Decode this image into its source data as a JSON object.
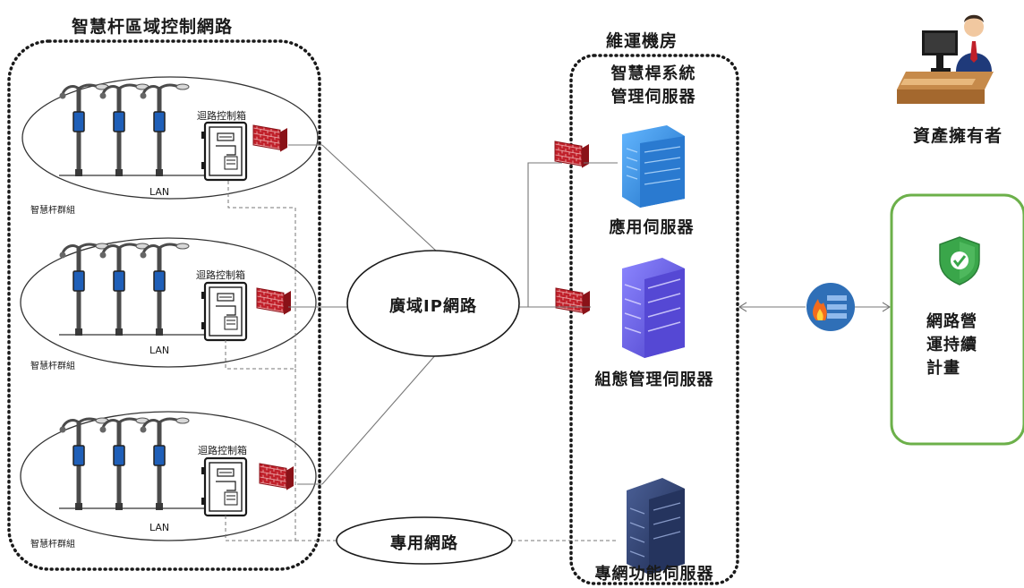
{
  "regions": {
    "pole_area_title": "智慧杆區域控制網路",
    "machine_room_title": "維運機房"
  },
  "clusters": [
    {
      "control_box": "迴路控制箱",
      "lan": "LAN",
      "group": "智慧杆群組"
    },
    {
      "control_box": "迴路控制箱",
      "lan": "LAN",
      "group": "智慧杆群組"
    },
    {
      "control_box": "迴路控制箱",
      "lan": "LAN",
      "group": "智慧杆群組"
    }
  ],
  "networks": {
    "wan": "廣域IP網路",
    "private": "專用網路"
  },
  "servers": {
    "system_mgmt": "智慧桿系統\n管理伺服器",
    "application": "應用伺服器",
    "config_mgmt": "組態管理伺服器",
    "private_func": "專網功能伺服器"
  },
  "owner": {
    "label": "資產擁有者"
  },
  "bcp": {
    "label": "網路營\n運持續\n計畫"
  },
  "colors": {
    "firewall_red": "#c0202a",
    "server_blue": "#2f86d8",
    "server_purple": "#6a5ee0",
    "server_navy": "#2c3e6e",
    "bcp_green": "#6cb04a",
    "shield_green": "#3aa64a"
  }
}
